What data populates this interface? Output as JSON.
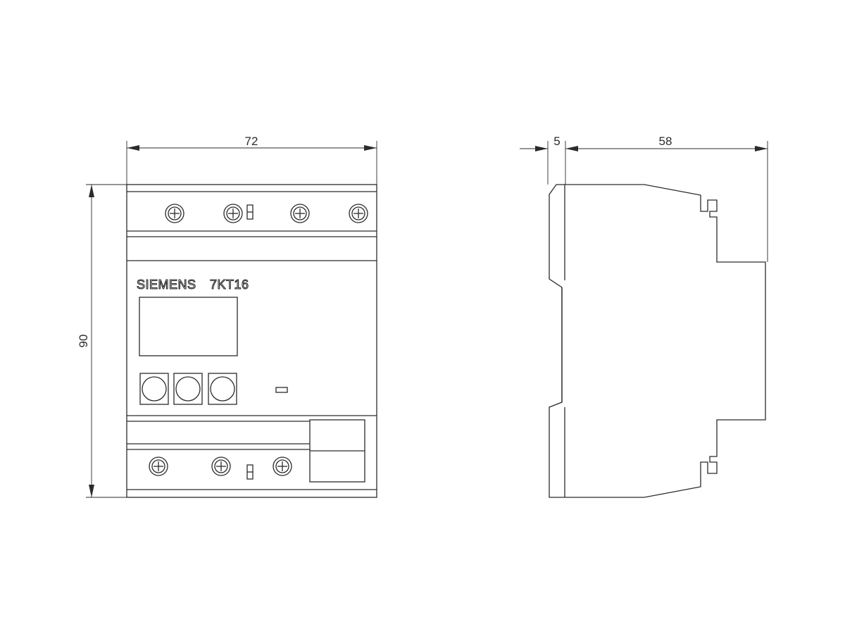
{
  "dimensions": {
    "front_width": "72",
    "front_height": "90",
    "side_offset": "5",
    "side_depth": "58"
  },
  "device": {
    "brand": "SIEMENS",
    "model": "7KT16"
  },
  "colors": {
    "line": "#2b2b2b",
    "background": "#ffffff"
  }
}
